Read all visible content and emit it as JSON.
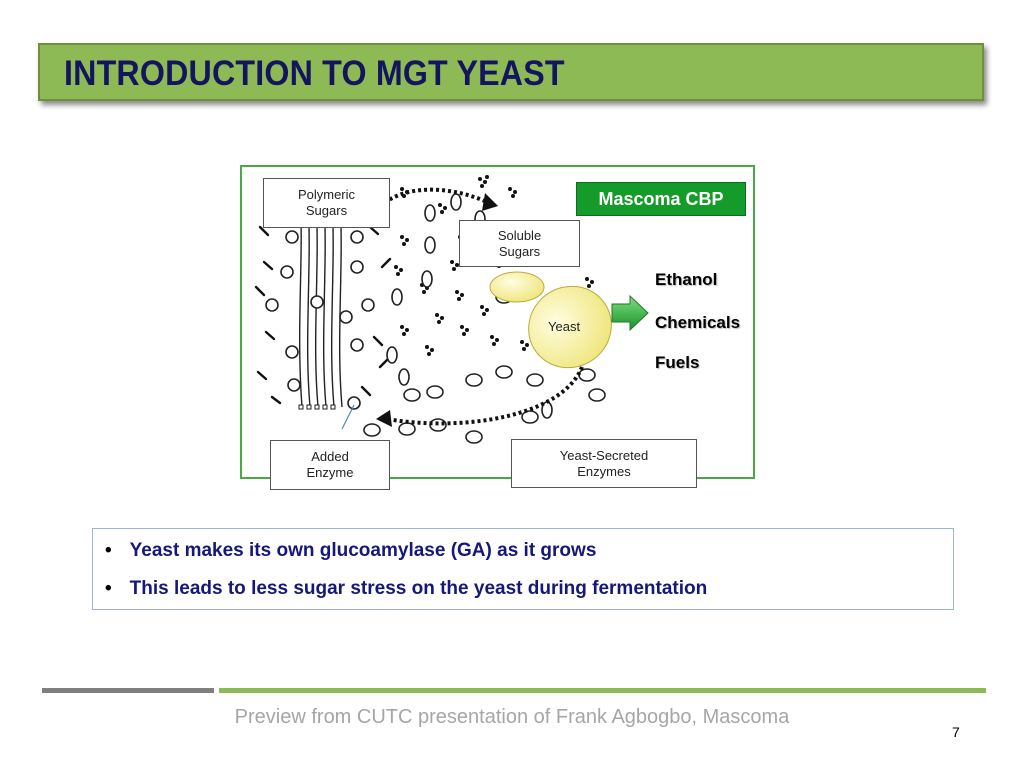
{
  "slide": {
    "title": "INTRODUCTION TO MGT YEAST",
    "page_number": "7",
    "footer": "Preview from CUTC presentation of Frank Agbogbo, Mascoma"
  },
  "diagram": {
    "badge": "Mascoma CBP",
    "labels": {
      "polymeric_sugars": [
        "Polymeric",
        "Sugars"
      ],
      "soluble_sugars": [
        "Soluble",
        "Sugars"
      ],
      "yeast": "Yeast",
      "added_enzyme": [
        "Added",
        "Enzyme"
      ],
      "yeast_secreted_enzymes": [
        "Yeast-Secreted",
        "Enzymes"
      ]
    },
    "products": [
      "Ethanol",
      "Chemicals",
      "Fuels"
    ]
  },
  "bullets": [
    "Yeast makes its own glucoamylase (GA) as it grows",
    "This leads to less sugar stress on the yeast during fermentation"
  ],
  "colors": {
    "title_bar": "#8dba55",
    "title_text": "#13155e",
    "badge_bg": "#149b2a",
    "diagram_border": "#4aa847",
    "bullet_text": "#15177a",
    "yeast_fill": "#f8f4a0"
  }
}
